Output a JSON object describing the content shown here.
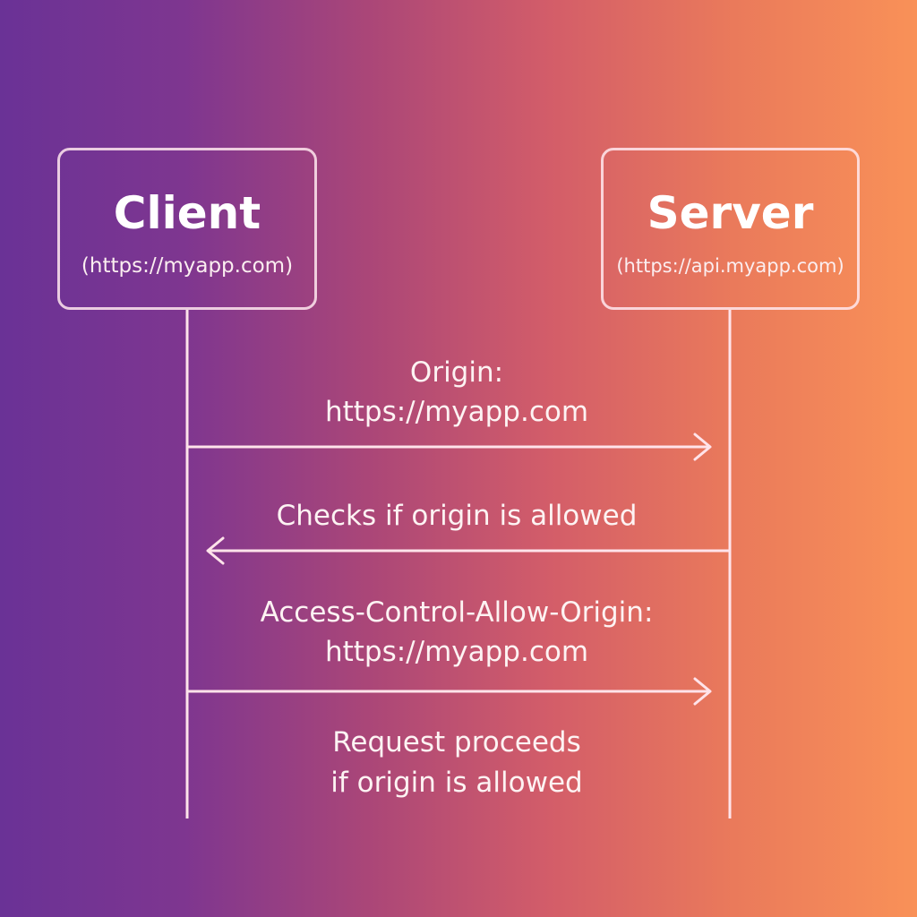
{
  "client": {
    "title": "Client",
    "origin": "(https://myapp.com)"
  },
  "server": {
    "title": "Server",
    "origin": "(https://api.myapp.com)"
  },
  "messages": [
    {
      "line1": "Origin:",
      "line2": "https://myapp.com"
    },
    {
      "line1": "Checks if origin is allowed"
    },
    {
      "line1": "Access-Control-Allow-Origin:",
      "line2": "https://myapp.com"
    },
    {
      "line1": "Request proceeds",
      "line2": "if origin is allowed"
    }
  ],
  "colors": {
    "line": "#ffe3ea",
    "text": "#fdf3f3",
    "gradient_start": "#6a3296",
    "gradient_end": "#f99158"
  }
}
